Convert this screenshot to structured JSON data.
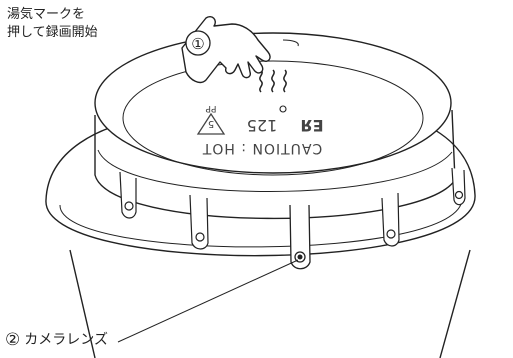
{
  "annotations": {
    "top_line1": "湯気マークを",
    "top_line2": "押して録画開始",
    "marker1": "①",
    "marker2": "②",
    "camera_lens_label": "カメラレンズ"
  },
  "lid_text": {
    "caution": "CAUTION : HOT",
    "recycle": "PP",
    "recycle_num": "5",
    "mark_a": "ЕЯ",
    "mark_b": "125"
  }
}
